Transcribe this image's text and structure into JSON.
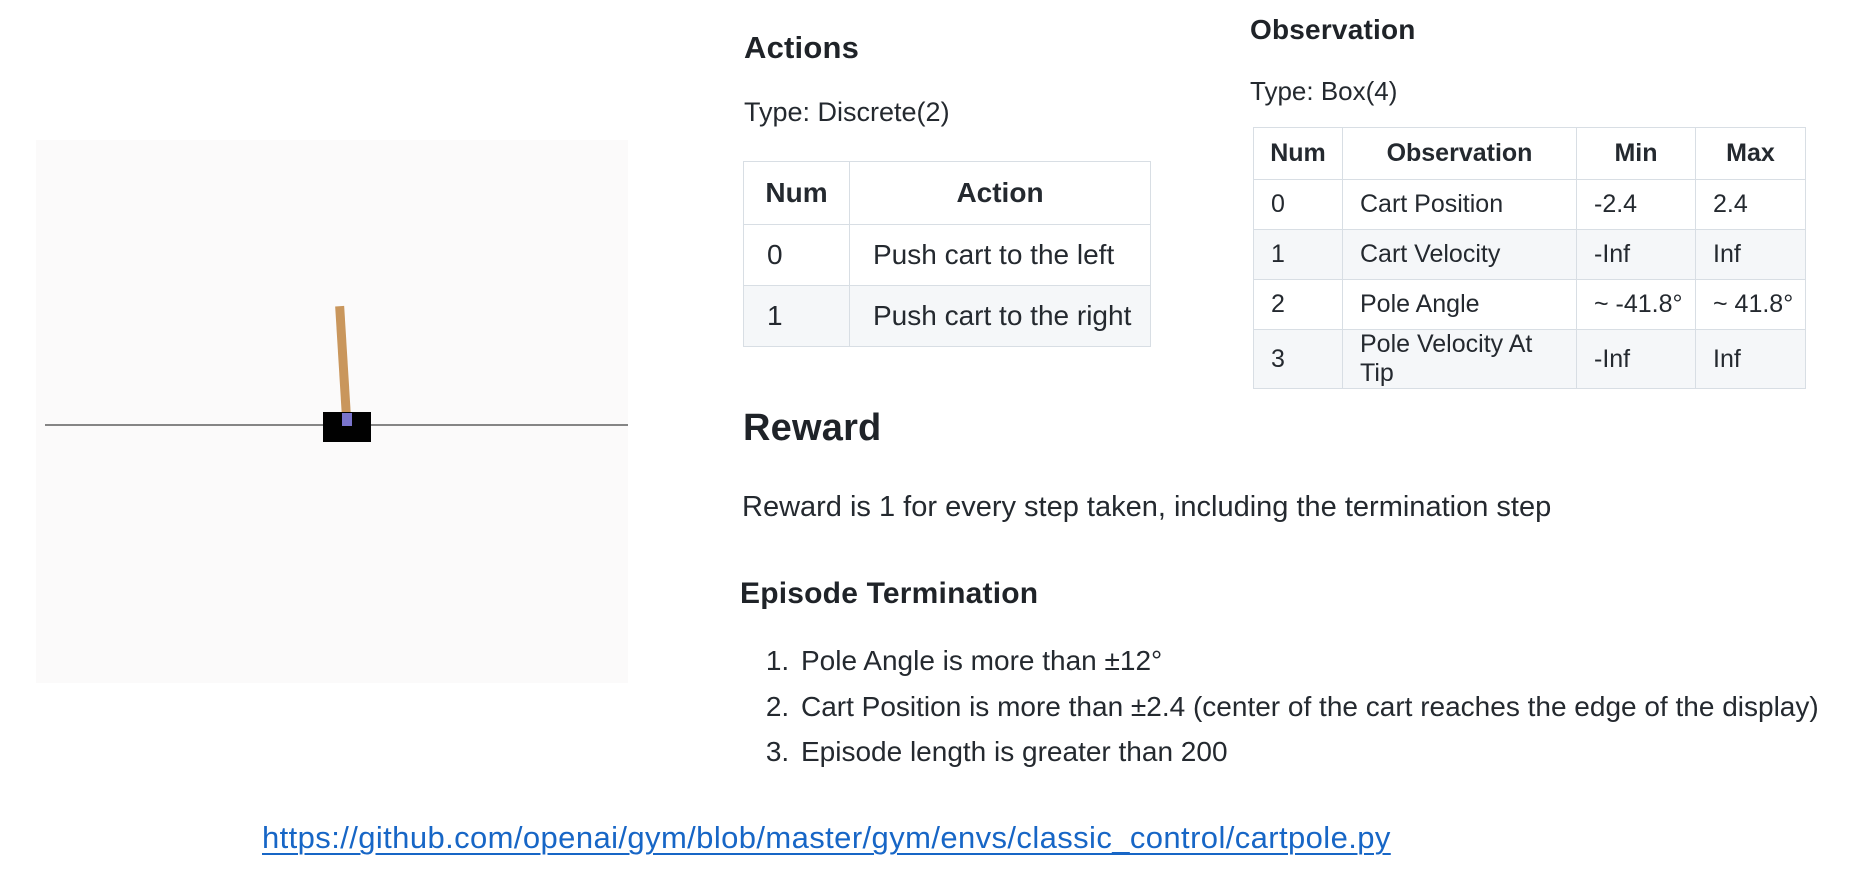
{
  "colors": {
    "link_blue": "#1766c6",
    "pole": "#c9965c",
    "axle": "#7a74cc",
    "cart": "#010101",
    "track_line": "#858585",
    "table_alt_row": "#f5f7f9",
    "table_border": "#d8dee4",
    "text": "#24292f"
  },
  "actions": {
    "heading": "Actions",
    "type_label": "Type: Discrete(2)",
    "table": {
      "headers": [
        "Num",
        "Action"
      ],
      "rows": [
        [
          "0",
          "Push cart to the left"
        ],
        [
          "1",
          "Push cart to the right"
        ]
      ]
    }
  },
  "observation": {
    "heading": "Observation",
    "type_label": "Type: Box(4)",
    "table": {
      "headers": [
        "Num",
        "Observation",
        "Min",
        "Max"
      ],
      "rows": [
        [
          "0",
          "Cart Position",
          "-2.4",
          "2.4"
        ],
        [
          "1",
          "Cart Velocity",
          "-Inf",
          "Inf"
        ],
        [
          "2",
          "Pole Angle",
          "~ -41.8°",
          "~ 41.8°"
        ],
        [
          "3",
          "Pole Velocity At Tip",
          "-Inf",
          "Inf"
        ]
      ]
    }
  },
  "reward": {
    "heading": "Reward",
    "body": "Reward is 1 for every step taken, including the termination step"
  },
  "episode_termination": {
    "heading": "Episode Termination",
    "items": [
      "Pole Angle is more than ±12°",
      "Cart Position is more than ±2.4 (center of the cart reaches the edge of the display)",
      "Episode length is greater than 200"
    ]
  },
  "source_link": {
    "text": "https://github.com/openai/gym/blob/master/gym/envs/classic_control/cartpole.py"
  }
}
